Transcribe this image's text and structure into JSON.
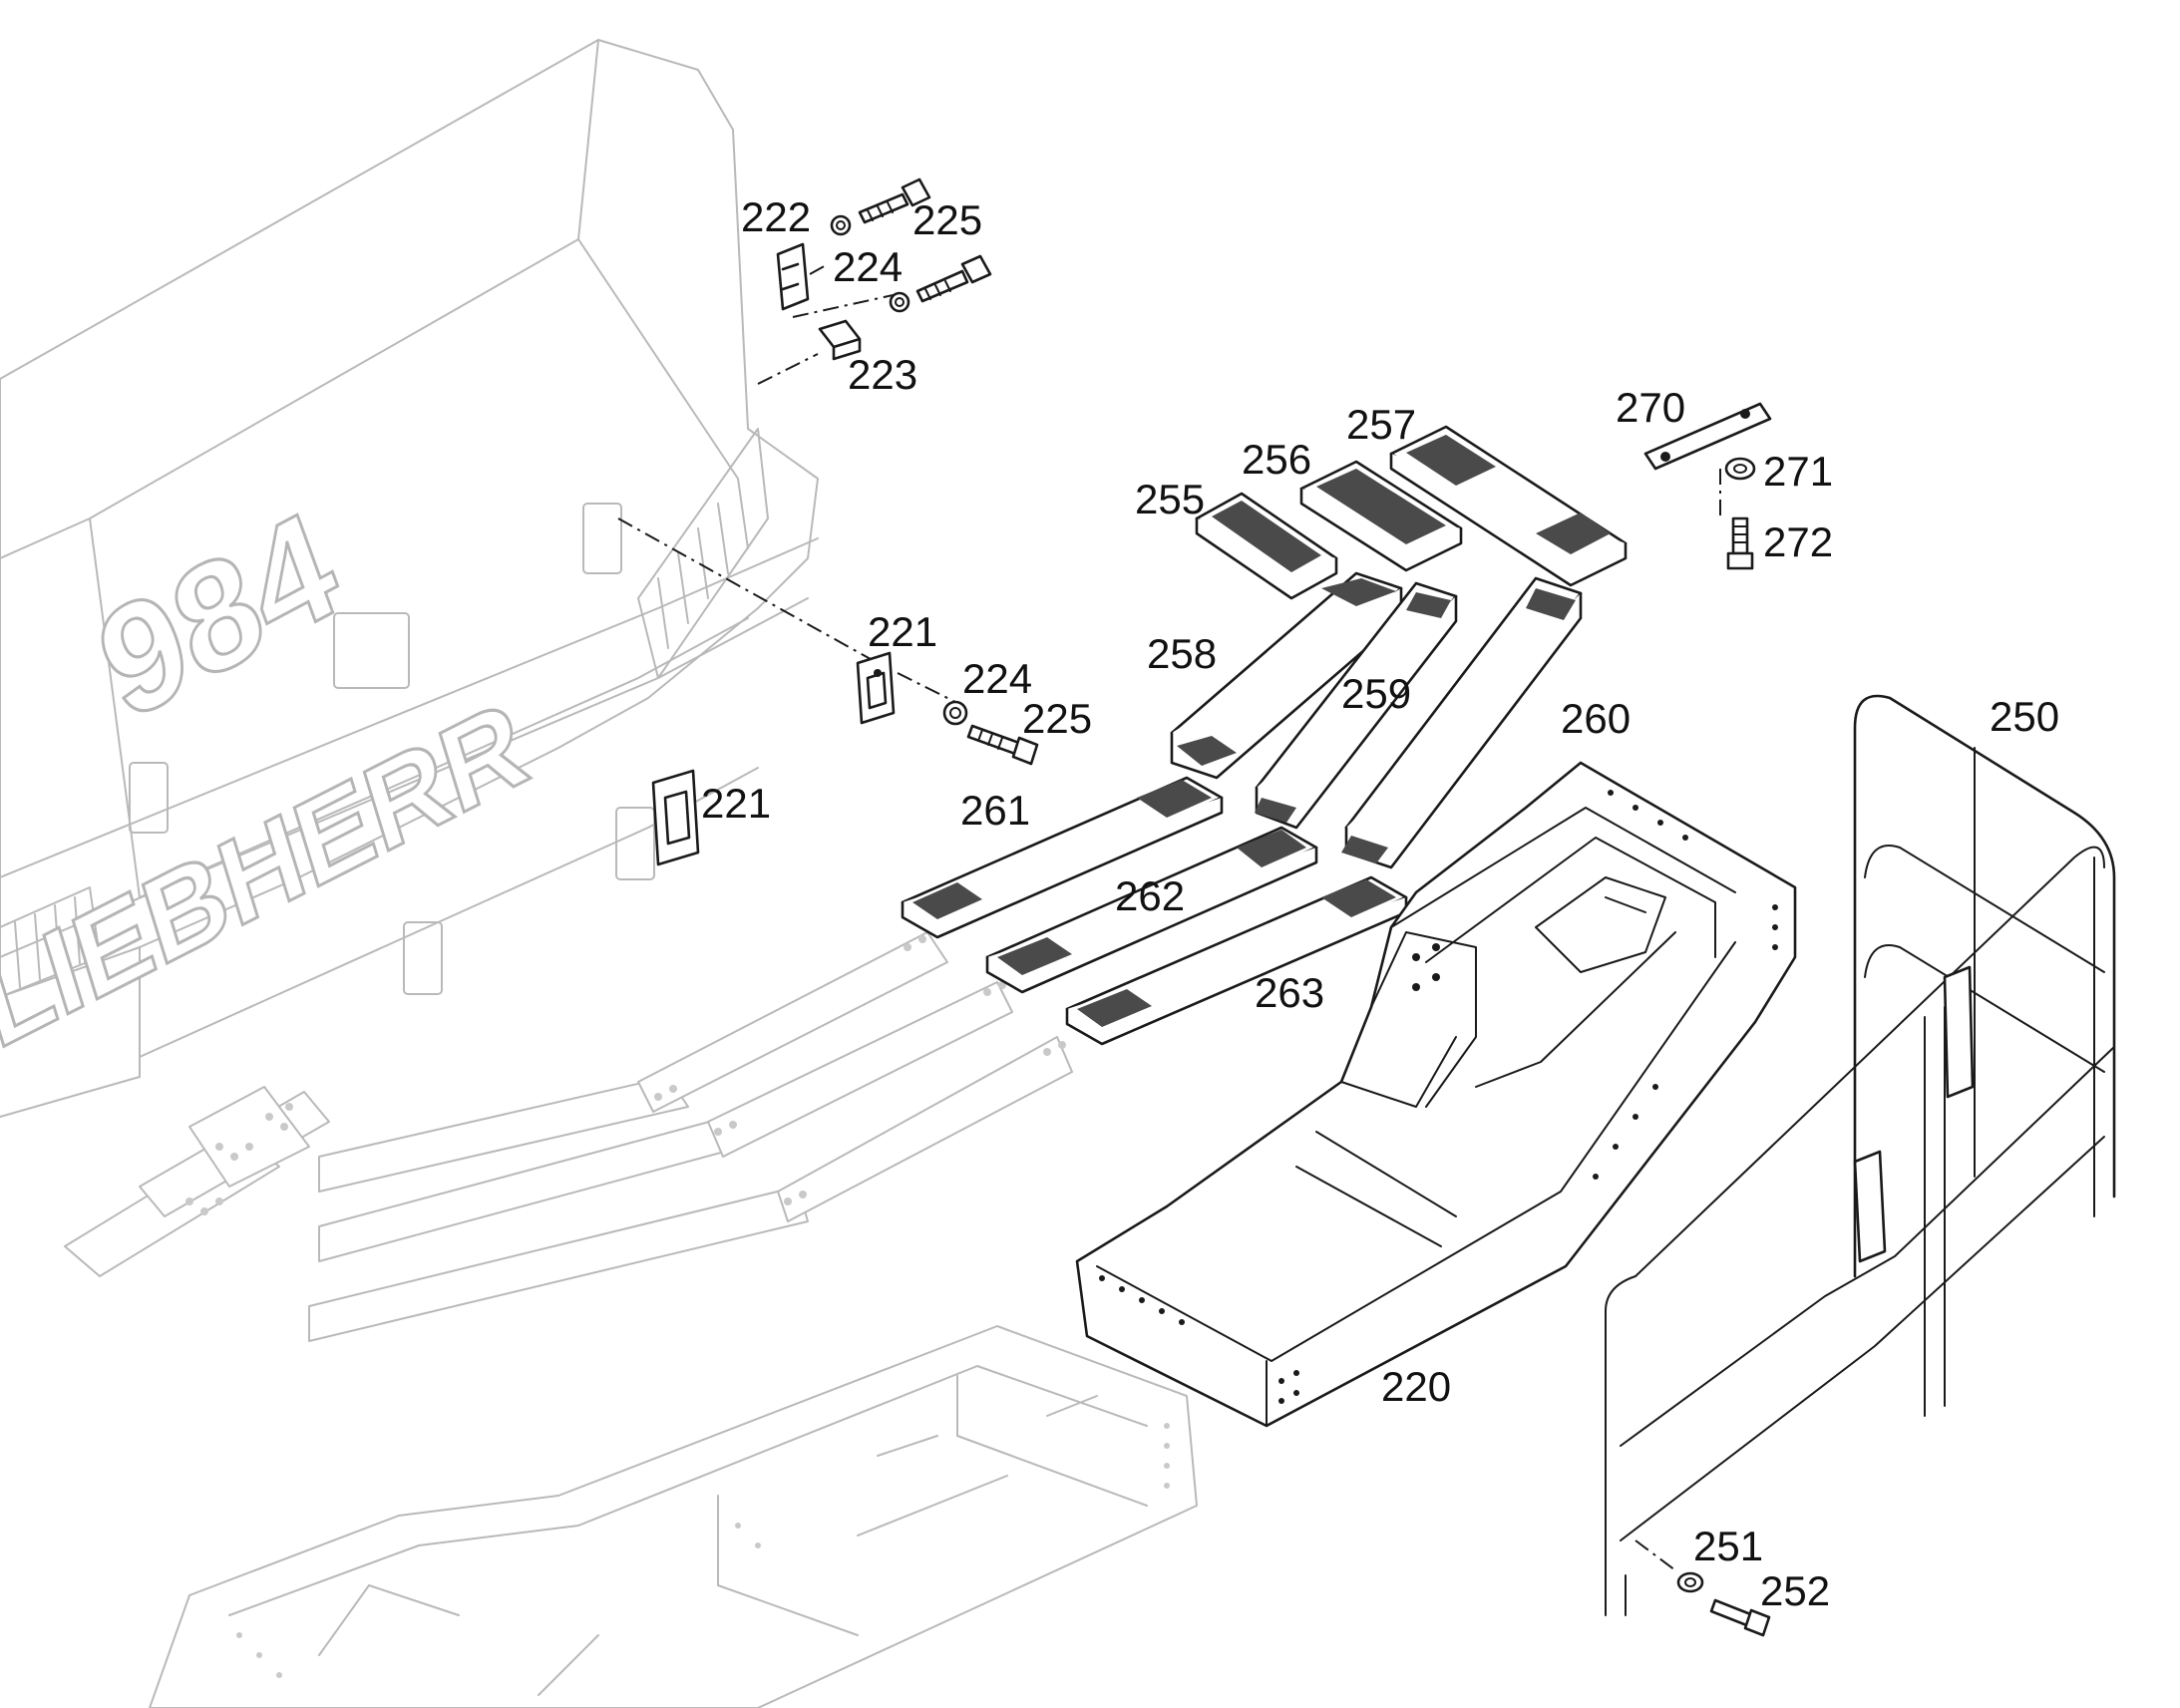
{
  "branding": {
    "model_number": "984",
    "manufacturer": "LIEBHERR"
  },
  "callouts": {
    "c220": "220",
    "c221a": "221",
    "c221b": "221",
    "c222": "222",
    "c223": "223",
    "c224a": "224",
    "c224b": "224",
    "c225a": "225",
    "c225b": "225",
    "c250": "250",
    "c251": "251",
    "c252": "252",
    "c255": "255",
    "c256": "256",
    "c257": "257",
    "c258": "258",
    "c259": "259",
    "c260": "260",
    "c261": "261",
    "c262": "262",
    "c263": "263",
    "c270": "270",
    "c271": "271",
    "c272": "272"
  },
  "colors": {
    "line": "#1a1a1a",
    "ghost": "#b9b9b9",
    "tread": "#4a4a4a",
    "background": "#ffffff"
  }
}
